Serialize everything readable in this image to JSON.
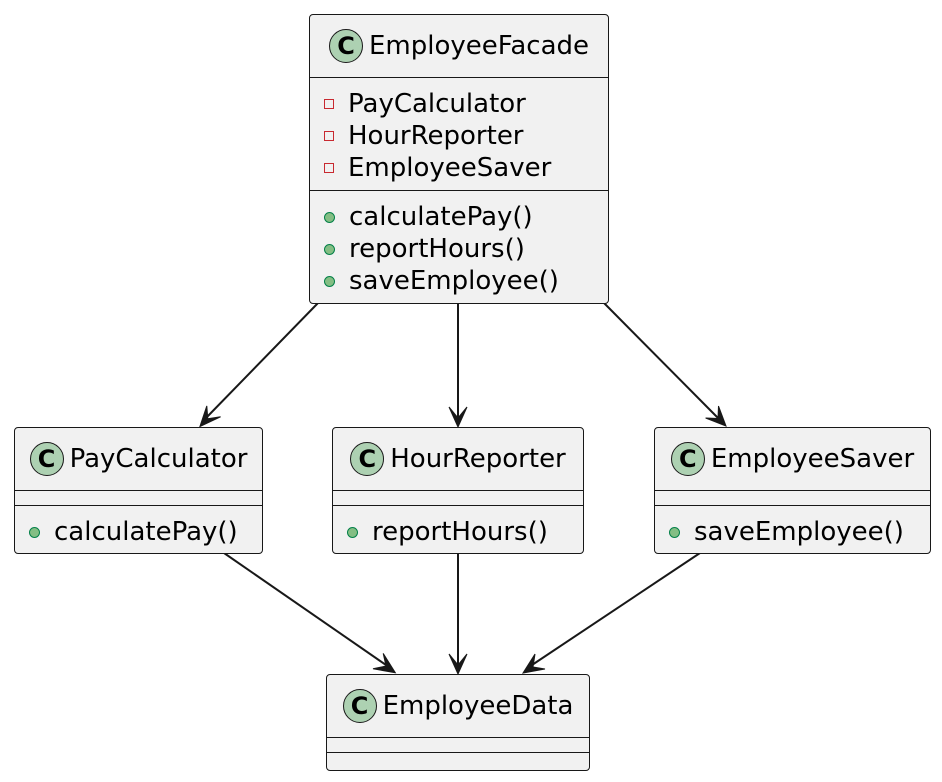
{
  "classes": {
    "facade": {
      "badge": "C",
      "name": "EmployeeFacade",
      "fields": [
        "PayCalculator",
        "HourReporter",
        "EmployeeSaver"
      ],
      "methods": [
        "calculatePay()",
        "reportHours()",
        "saveEmployee()"
      ]
    },
    "pay_calculator": {
      "badge": "C",
      "name": "PayCalculator",
      "methods": [
        "calculatePay()"
      ]
    },
    "hour_reporter": {
      "badge": "C",
      "name": "HourReporter",
      "methods": [
        "reportHours()"
      ]
    },
    "employee_saver": {
      "badge": "C",
      "name": "EmployeeSaver",
      "methods": [
        "saveEmployee()"
      ]
    },
    "employee_data": {
      "badge": "C",
      "name": "EmployeeData"
    }
  },
  "relations": [
    {
      "from": "EmployeeFacade",
      "to": "PayCalculator"
    },
    {
      "from": "EmployeeFacade",
      "to": "HourReporter"
    },
    {
      "from": "EmployeeFacade",
      "to": "EmployeeSaver"
    },
    {
      "from": "PayCalculator",
      "to": "EmployeeData"
    },
    {
      "from": "HourReporter",
      "to": "EmployeeData"
    },
    {
      "from": "EmployeeSaver",
      "to": "EmployeeData"
    }
  ],
  "colors": {
    "class_fill": "#f1f1f1",
    "border": "#181818",
    "class_badge": "#add1b2",
    "private_marker": "#c82930",
    "public_marker": "#84be84"
  }
}
